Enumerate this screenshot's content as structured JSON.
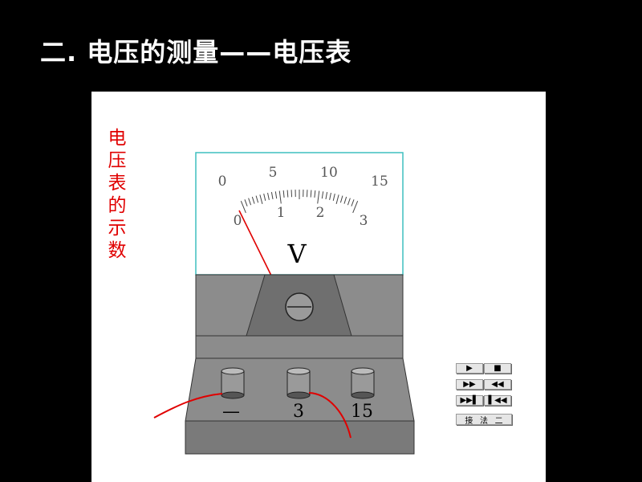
{
  "title": "二. 电压的测量——电压表",
  "side_label": [
    "电",
    "压",
    "表",
    "的",
    "示",
    "数"
  ],
  "meter": {
    "upper_scale": [
      "0",
      "5",
      "10",
      "15"
    ],
    "lower_scale": [
      "0",
      "1",
      "2",
      "3"
    ],
    "unit_symbol": "V",
    "terminals": [
      "—",
      "3",
      "15"
    ]
  },
  "controls": {
    "play_icon": "▶",
    "stop_icon": "■",
    "fast_forward_icon": "▶▶",
    "rewind_icon": "◀◀",
    "skip_end_icon": "▶▶▌",
    "skip_start_icon": "▌◀◀",
    "method_label": [
      "接",
      "法",
      "二"
    ]
  },
  "colors": {
    "wire": "#e00000",
    "scale_border": "#3fbfbf",
    "body": "#8c8c8c"
  }
}
